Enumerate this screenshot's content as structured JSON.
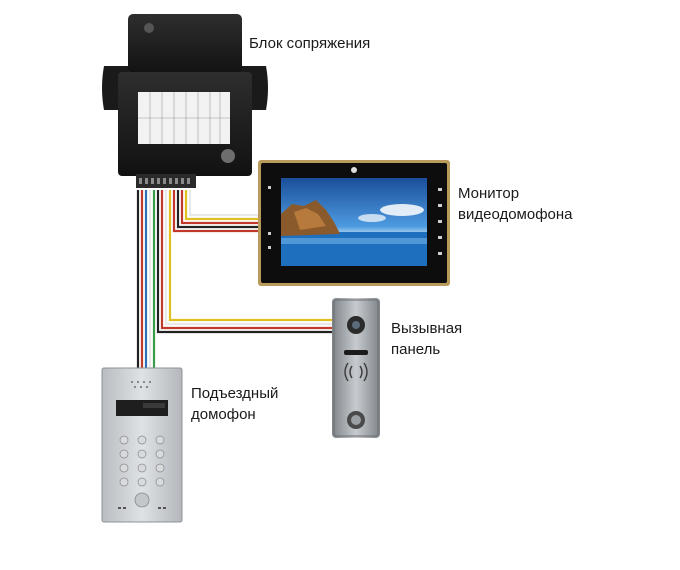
{
  "labels": {
    "interface_block": "Блок сопряжения",
    "monitor_line1": "Монитор",
    "monitor_line2": "видеодомофона",
    "call_panel_line1": "Вызывная",
    "call_panel_line2": "панель",
    "entrance_intercom_line1": "Подъездный",
    "entrance_intercom_line2": "домофон"
  },
  "colors": {
    "wire_red": "#c0392b",
    "wire_yellow": "#e0c020",
    "wire_blue": "#2c6fb5",
    "wire_green": "#3a9b4a",
    "wire_white": "#e8e8e8",
    "wire_black": "#222222",
    "box": "#1c1c1c",
    "monitor_bezel": "#0d0d0d",
    "monitor_trim": "#b89a5a",
    "panel_metal": "#9a9ea3"
  }
}
